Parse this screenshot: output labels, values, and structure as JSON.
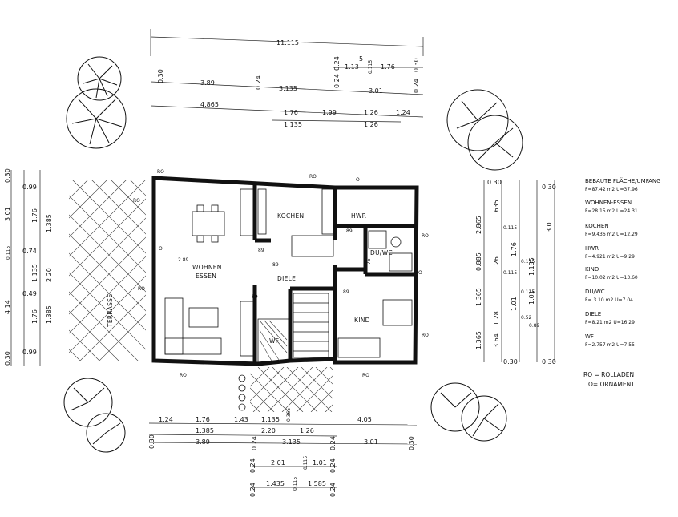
{
  "dimensions": {
    "top": {
      "total": "11.115",
      "row1": [
        "0.30",
        "3.89",
        "0.24",
        "3.135",
        "0.24",
        "1.13",
        "5",
        "0.115",
        "1.76",
        "3.01",
        "0.30"
      ],
      "row1b": [
        "0.24",
        "0.24"
      ],
      "row2": [
        "4.865",
        "1.76",
        "1.99",
        "1.26",
        "1.24"
      ],
      "row3": [
        "1.135",
        "1.26"
      ]
    },
    "bottom": {
      "row1": [
        "1.24",
        "1.76",
        "1.43",
        "1.135",
        "0.365",
        "4.05"
      ],
      "row2": [
        "1.385",
        "2.20",
        "1.26"
      ],
      "row3": [
        "0.30",
        "3.89",
        "0.24",
        "3.135",
        "0.24",
        "3.01",
        "0.30"
      ],
      "row4": [
        "0.24",
        "2.01",
        "0.115",
        "1.01",
        "0.24"
      ],
      "row5": [
        "0.24",
        "1.435",
        "0.115",
        "1.585",
        "0.24"
      ]
    },
    "left": {
      "outer": [
        "0.30",
        "3.01",
        "0.115",
        "4.14",
        "0.30"
      ],
      "inner": [
        "0.99",
        "1.76",
        "1.385",
        "0.74",
        "1.135",
        "2.20",
        "0.49",
        "1.76",
        "1.385",
        "0.99"
      ]
    },
    "right": {
      "c1": [
        "2.865",
        "0.885",
        "1.365",
        "1.365"
      ],
      "c2": [
        "1.635",
        "1.26",
        "1.28"
      ],
      "c3": [
        "1.76",
        "0.115",
        "1.01",
        "0.115",
        "0.30"
      ],
      "c4": [
        "1.135",
        "1.01",
        "3.64",
        "0.30"
      ],
      "c5": [
        "0.30",
        "3.01",
        "0.115",
        "0.115",
        "0.52",
        "0.89",
        "0.30"
      ]
    }
  },
  "rooms": {
    "wohnen": "WOHNEN",
    "essen": "ESSEN",
    "kochen": "KOCHEN",
    "hwr": "HWR",
    "duwc": "DU/WC",
    "diele": "DIELE",
    "kind": "KIND",
    "wf": "WF",
    "terrasse": "TERRASSE"
  },
  "annotations": {
    "ro": "RO",
    "door89": "89",
    "door76": "76",
    "d289": "2.89",
    "ornament_mark": "O"
  },
  "legend": {
    "title": "BEBAUTE FLÄCHE/UMFANG",
    "entries": [
      {
        "label": "",
        "value": "F=87.42 m2  U=37.96"
      },
      {
        "label": "WOHNEN-ESSEN",
        "value": "F=28.15 m2  U=24.31"
      },
      {
        "label": "KOCHEN",
        "value": "F=9.436 m2  U=12.29"
      },
      {
        "label": "HWR",
        "value": "F=4.921 m2  U=9.29"
      },
      {
        "label": "KIND",
        "value": "F=10.02 m2  U=13.60"
      },
      {
        "label": "DU/WC",
        "value": "F= 3.10 m2  U=7.04"
      },
      {
        "label": "DIELE",
        "value": "F=8.21 m2  U=16.29"
      },
      {
        "label": "WF",
        "value": "F=2.757 m2  U=7.55"
      }
    ],
    "ro_note": "RO = ROLLADEN",
    "ornament_note": "O= ORNAMENT"
  }
}
